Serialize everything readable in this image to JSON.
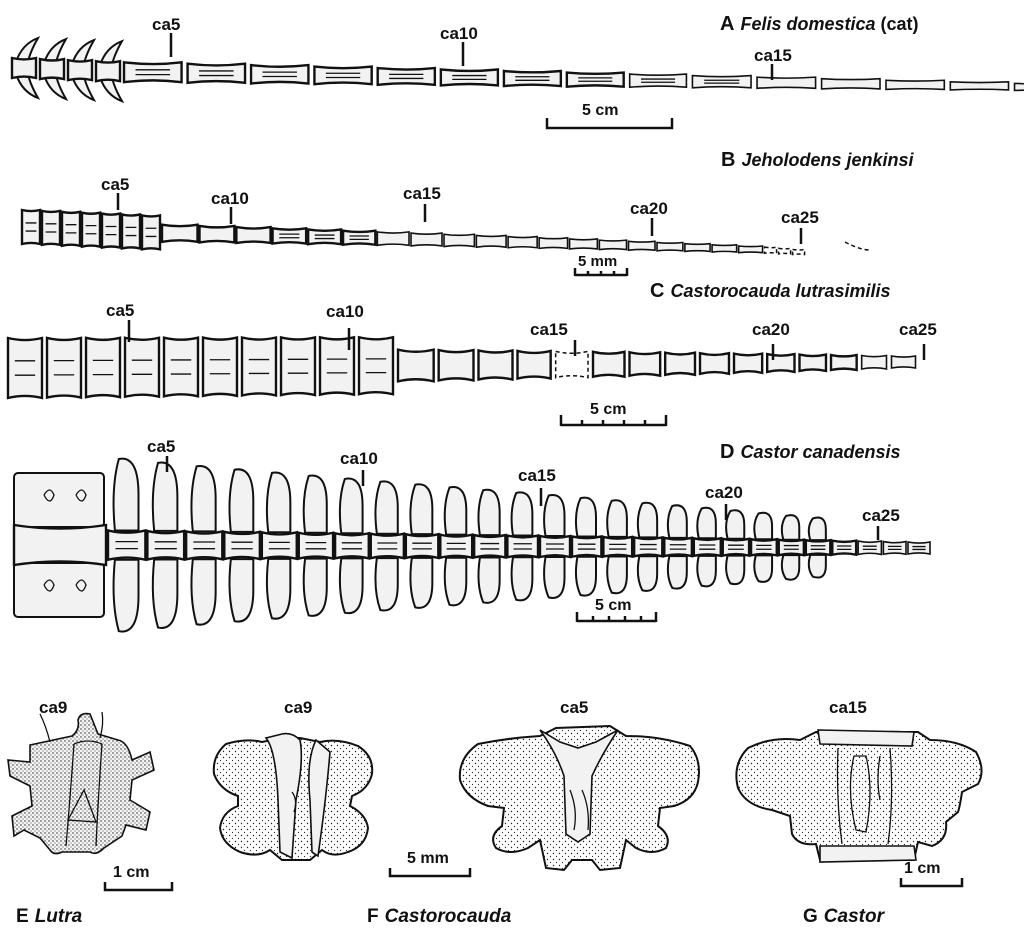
{
  "panels": {
    "A": {
      "letter": "A",
      "species": "Felis domestica",
      "common": " (cat)",
      "markers": [
        "ca5",
        "ca10",
        "ca15"
      ],
      "scale": "5 cm"
    },
    "B": {
      "letter": "B",
      "species": "Jeholodens jenkinsi",
      "markers": [
        "ca5",
        "ca10",
        "ca15",
        "ca20",
        "ca25"
      ],
      "scale": "5 mm"
    },
    "C": {
      "letter": "C",
      "species": "Castorocauda lutrasimilis",
      "markers": [
        "ca5",
        "ca10",
        "ca15",
        "ca20",
        "ca25"
      ],
      "scale": "5 cm"
    },
    "D": {
      "letter": "D",
      "species": "Castor canadensis",
      "markers": [
        "ca5",
        "ca10",
        "ca15",
        "ca20",
        "ca25"
      ],
      "scale": "5 cm"
    }
  },
  "details": {
    "E": {
      "letter": "E",
      "genus": "Lutra",
      "vertebra": "ca9",
      "scale": "1 cm"
    },
    "F": {
      "letter": "F",
      "genus": "Castorocauda",
      "vertebrae": [
        "ca9",
        "ca5"
      ],
      "scale": "5 mm"
    },
    "G": {
      "letter": "G",
      "genus": "Castor",
      "vertebra": "ca15",
      "scale": "1 cm"
    }
  },
  "colors": {
    "ink": "#111111",
    "bone_fill": "#f2f2f2",
    "background": "#ffffff"
  }
}
